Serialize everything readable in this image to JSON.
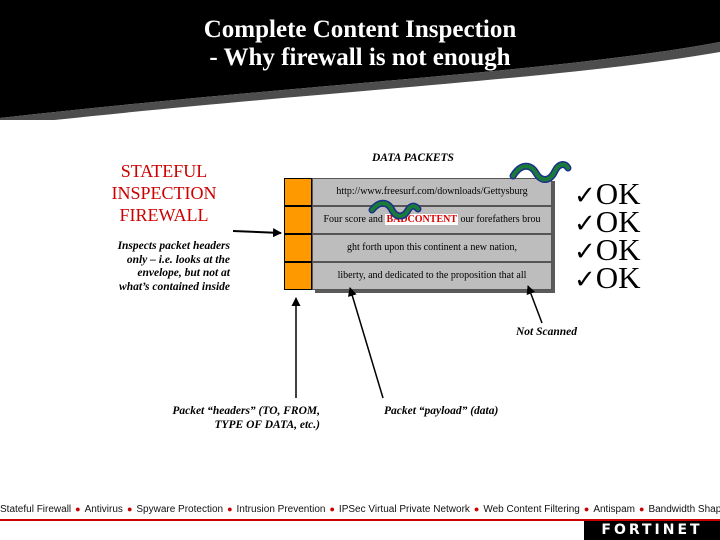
{
  "slide": {
    "title_line1": "Complete Content Inspection",
    "title_line2": "- Why firewall is not enough"
  },
  "firewall": {
    "label_lines": [
      "STATEFUL",
      "INSPECTION",
      "FIREWALL"
    ],
    "note_lines": [
      "Inspects packet headers",
      "only – i.e. looks at the",
      "envelope, but not at",
      "what’s contained inside"
    ]
  },
  "packets": {
    "label": "DATA PACKETS",
    "rows": [
      {
        "before": "http://www.freesurf.com/downloads/Gettysburg",
        "bad": "",
        "after": ""
      },
      {
        "before": "Four score and ",
        "bad": "BADCONTENT",
        "after": " our forefathers brou"
      },
      {
        "before": "ght forth upon this continent a new nation,",
        "bad": "",
        "after": ""
      },
      {
        "before": "liberty, and dedicated to the proposition that all",
        "bad": "",
        "after": ""
      }
    ],
    "status": [
      "OK",
      "OK",
      "OK",
      "OK"
    ],
    "check_glyph": "✓",
    "not_scanned": "Not Scanned"
  },
  "labels": {
    "headers_lines": [
      "Packet “headers” (TO, FROM,",
      "TYPE OF DATA, etc.)"
    ],
    "payload": "Packet “payload” (data)"
  },
  "footer": {
    "features": [
      "Stateful Firewall",
      "Antivirus",
      "Spyware Protection",
      "Intrusion Prevention",
      "IPSec Virtual Private Network",
      "Web Content Filtering",
      "Antispam",
      "Bandwidth Shaping"
    ],
    "bullet": "●",
    "logo": "FORTINET"
  },
  "colors": {
    "header_bg": "#000000",
    "header_swoosh": "#4d4d4d",
    "firewall_label": "#cc0000",
    "packet_header": "#ff9900",
    "packet_payload": "#bdbdbd",
    "bad_content": "#dd0000",
    "worm_body": "#1a7a3a",
    "worm_outline": "#1c2f8a",
    "accent": "#cc0000"
  },
  "icons": {
    "worm": "worm-icon",
    "check": "checkmark-icon",
    "firewall_arrow": "arrow-right-icon"
  }
}
